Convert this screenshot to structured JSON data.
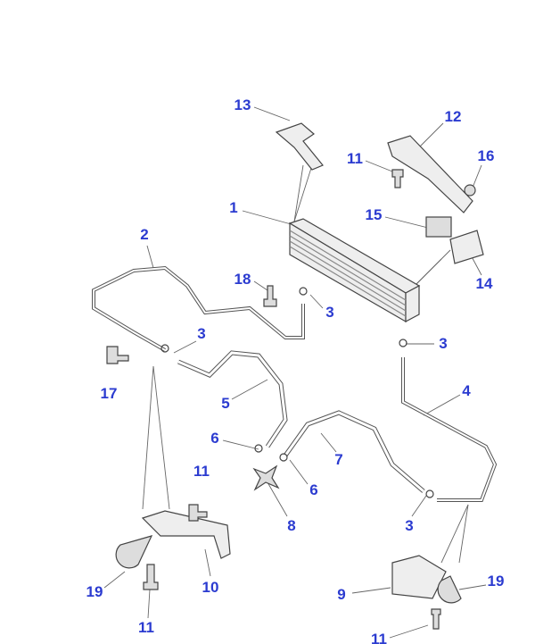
{
  "diagram": {
    "label_color": "#2b3bd0",
    "callouts": [
      {
        "id": "13",
        "text": "13"
      },
      {
        "id": "12",
        "text": "12"
      },
      {
        "id": "11a",
        "text": "11"
      },
      {
        "id": "16",
        "text": "16"
      },
      {
        "id": "1",
        "text": "1"
      },
      {
        "id": "15",
        "text": "15"
      },
      {
        "id": "2",
        "text": "2"
      },
      {
        "id": "18",
        "text": "18"
      },
      {
        "id": "3a",
        "text": "3"
      },
      {
        "id": "14",
        "text": "14"
      },
      {
        "id": "3b",
        "text": "3"
      },
      {
        "id": "3c",
        "text": "3"
      },
      {
        "id": "17",
        "text": "17"
      },
      {
        "id": "5",
        "text": "5"
      },
      {
        "id": "4",
        "text": "4"
      },
      {
        "id": "6a",
        "text": "6"
      },
      {
        "id": "7",
        "text": "7"
      },
      {
        "id": "6b",
        "text": "6"
      },
      {
        "id": "11b",
        "text": "11"
      },
      {
        "id": "8",
        "text": "8"
      },
      {
        "id": "3d",
        "text": "3"
      },
      {
        "id": "10",
        "text": "10"
      },
      {
        "id": "19a",
        "text": "19"
      },
      {
        "id": "9",
        "text": "9"
      },
      {
        "id": "19b",
        "text": "19"
      },
      {
        "id": "11c",
        "text": "11"
      },
      {
        "id": "11d",
        "text": "11"
      }
    ]
  }
}
